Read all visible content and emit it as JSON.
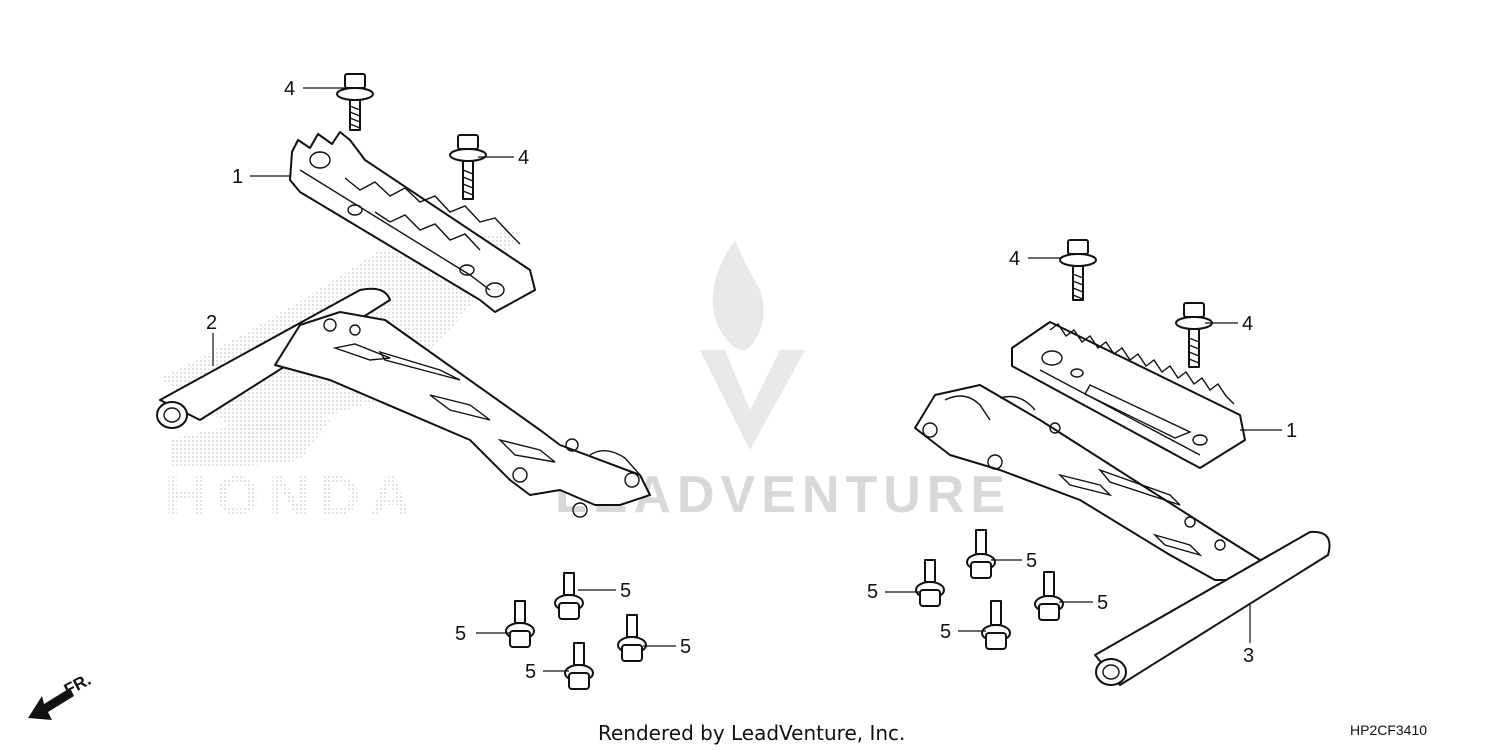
{
  "diagram": {
    "callouts": {
      "left_step_1": "1",
      "left_bracket_2": "2",
      "left_bolt_4a": "4",
      "left_bolt_4b": "4",
      "right_step_1": "1",
      "right_bracket_3": "3",
      "right_bolt_4a": "4",
      "right_bolt_4b": "4",
      "left_flange_5a": "5",
      "left_flange_5b": "5",
      "left_flange_5c": "5",
      "left_flange_5d": "5",
      "right_flange_5a": "5",
      "right_flange_5b": "5",
      "right_flange_5c": "5",
      "right_flange_5d": "5"
    },
    "direction_label": "FR.",
    "watermark_brand": "HONDA",
    "watermark_text": "LEADVENTURE",
    "footer_credit": "Rendered by LeadVenture, Inc.",
    "diagram_code": "HP2CF3410"
  }
}
